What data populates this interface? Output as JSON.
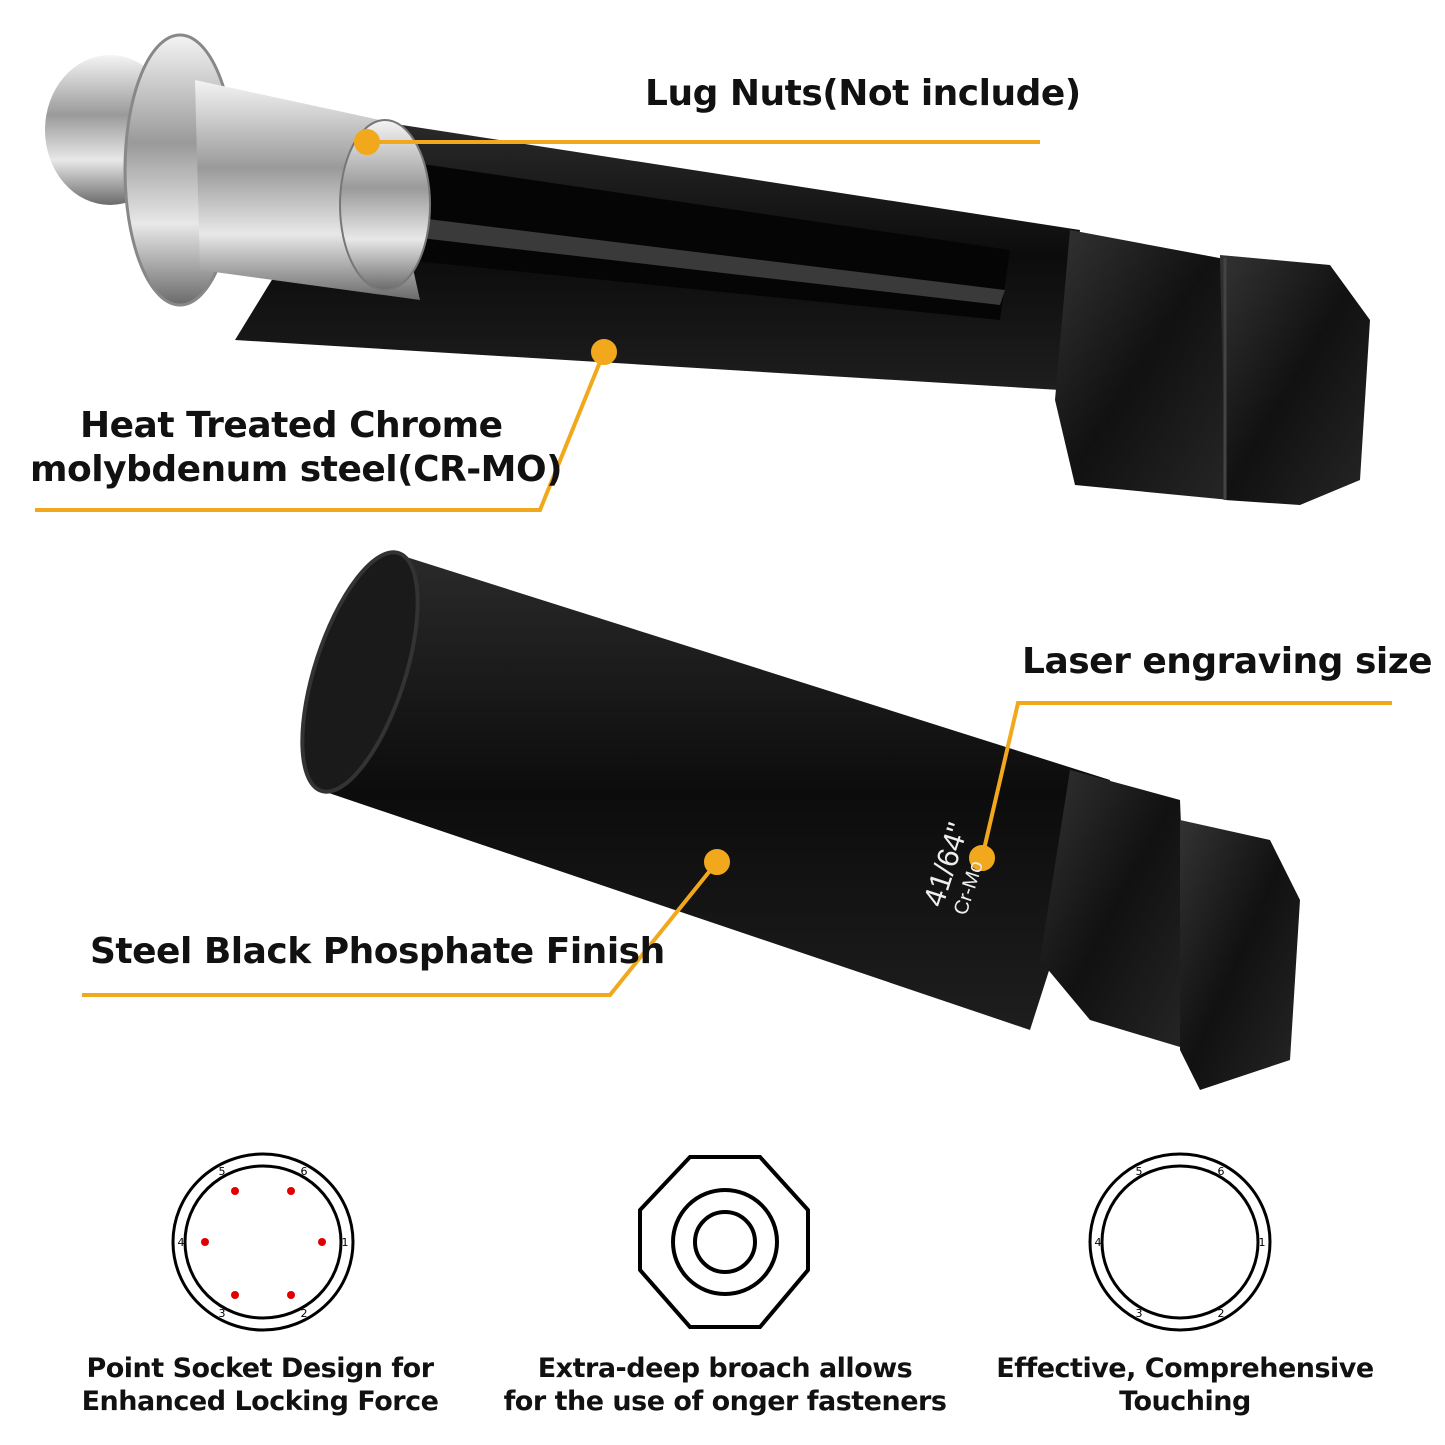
{
  "accent_color": "#F2A81D",
  "callouts": {
    "lug_nuts": "Lug Nuts(Not include)",
    "material_line1": "Heat Treated Chrome",
    "material_line2": "molybdenum steel(CR-MO)",
    "laser": "Laser engraving size",
    "finish": "Steel Black Phosphate Finish"
  },
  "engraving": {
    "size": "41/64\"",
    "material": "Cr-Mo"
  },
  "features": [
    {
      "icon": "six-point-socket-with-red-dots-icon",
      "line1": "Point Socket Design for",
      "line2": "Enhanced Locking Force"
    },
    {
      "icon": "octagon-broach-icon",
      "line1": "Extra-deep broach allows",
      "line2": "for the use of onger fasteners"
    },
    {
      "icon": "six-point-socket-icon",
      "line1": "Effective, Comprehensive",
      "line2": "Touching"
    }
  ],
  "socket_numbers": [
    "1",
    "2",
    "3",
    "4",
    "5",
    "6"
  ]
}
